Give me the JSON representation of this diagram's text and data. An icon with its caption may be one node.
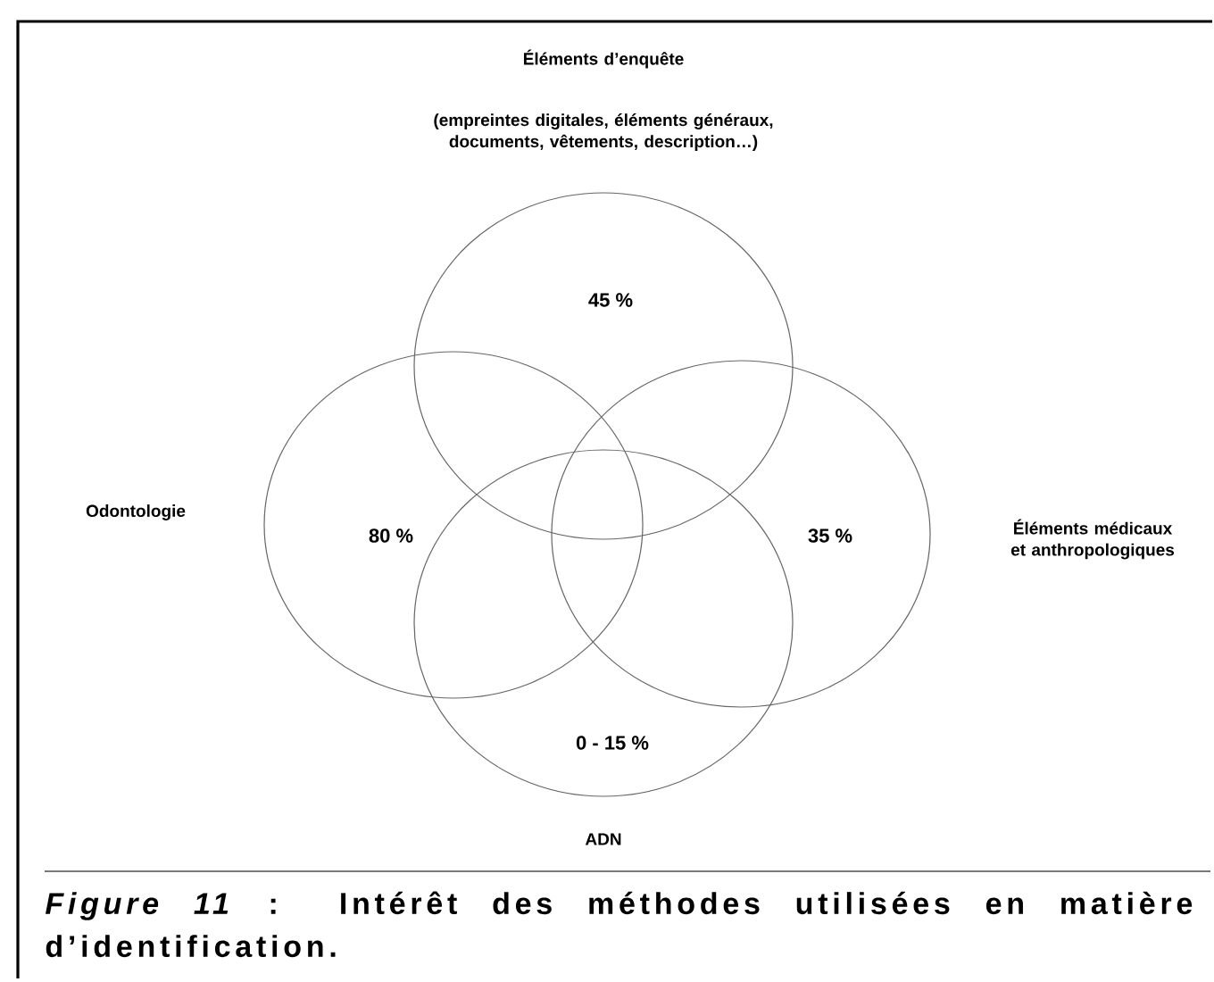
{
  "diagram": {
    "caption": "*Figure 11* : Intérêt des méthodes utilisées en matière d’identification.",
    "nodes": [
      {
        "text": [
          "45 %"
        ],
        "beside": [
          "Éléments d’enquête",
          "(empreintes digitales, éléments généraux, documents, vêtements, description…)"
        ]
      },
      {
        "text": [
          "80 %"
        ]
      },
      {
        "text": [
          "35 %"
        ]
      },
      {
        "text": [
          "0 - 15 %"
        ],
        "beside": [
          "ADN"
        ]
      }
    ],
    "labels": [
      "Odontologie",
      "Éléments médicaux et anthropologiques"
    ]
  }
}
